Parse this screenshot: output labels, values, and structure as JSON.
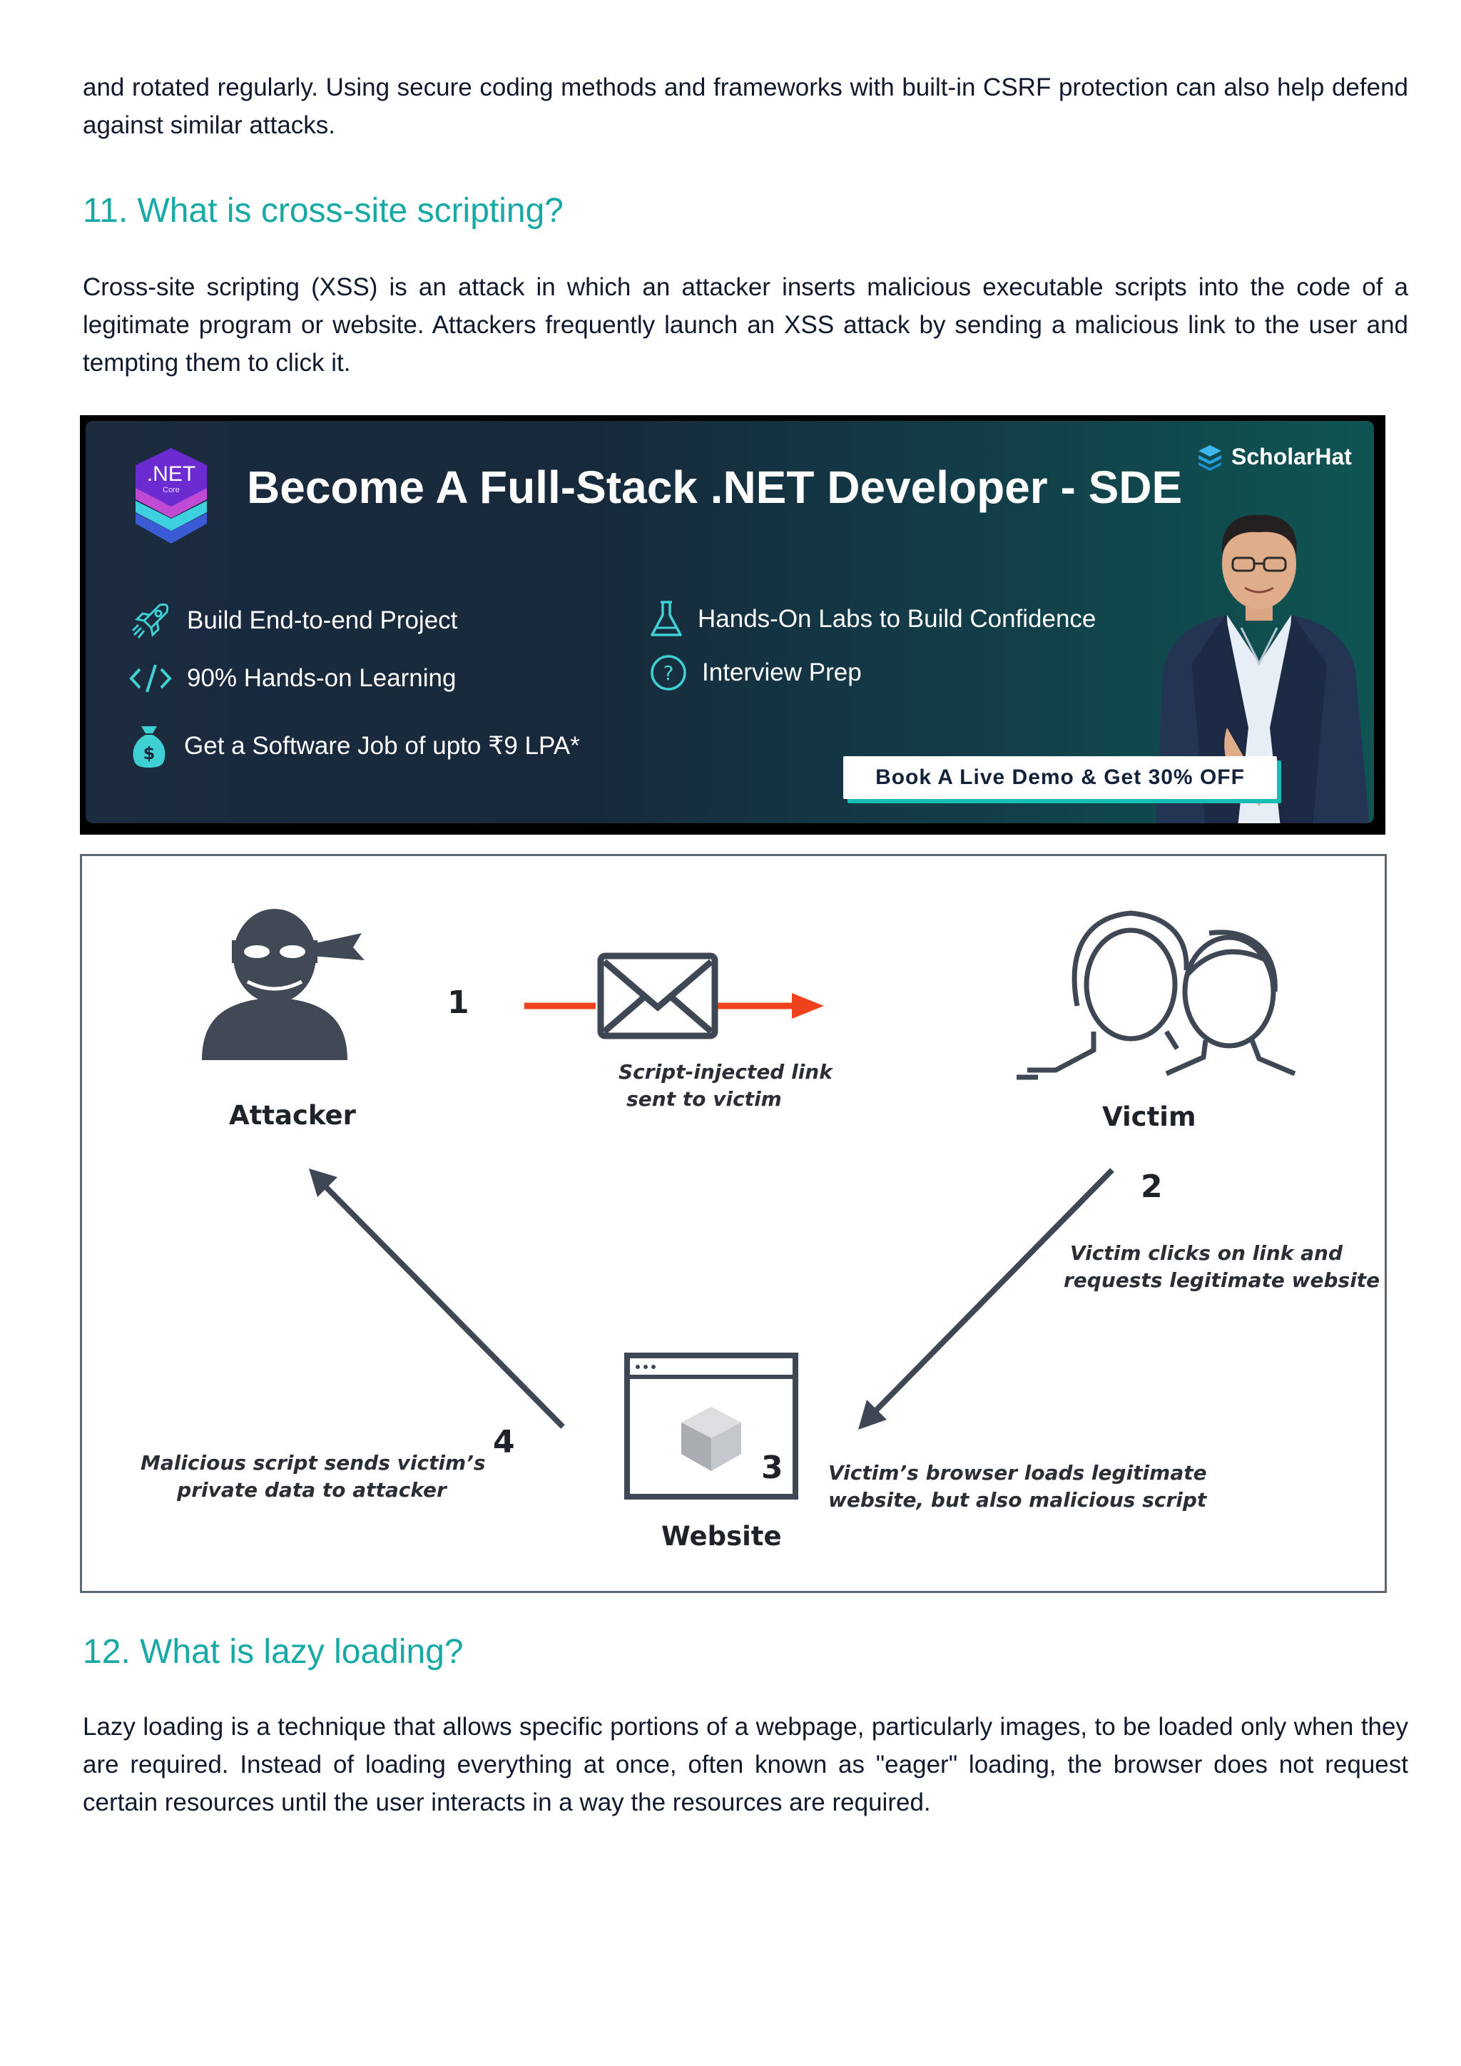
{
  "intro_paragraph": "and rotated regularly. Using secure coding methods and frameworks with built-in CSRF protection can also help defend against similar attacks.",
  "section_11": {
    "heading": "11. What is cross-site scripting?",
    "body": "Cross-site scripting (XSS) is an attack in which an attacker inserts malicious executable scripts into the code of a legitimate program or website. Attackers frequently launch an XSS attack by sending a malicious link to the user and tempting them to click it."
  },
  "banner": {
    "logo_text": ".NET",
    "logo_subtext": "Core",
    "brand": "ScholarHat",
    "title": "Become A Full-Stack .NET Developer - SDE",
    "features_left": [
      "Build End-to-end Project",
      "90% Hands-on Learning",
      "Get a Software Job of upto ₹9 LPA*"
    ],
    "features_right": [
      "Hands-On Labs to Build Confidence",
      "Interview Prep"
    ],
    "cta": "Book A Live Demo & Get 30% OFF",
    "icons": [
      "rocket-icon",
      "code-icon",
      "money-bag-icon",
      "flask-icon",
      "question-icon"
    ],
    "colors": {
      "accent": "#18bdb6",
      "heading": "#18a8a5",
      "arrow": "#f0421d"
    }
  },
  "diagram": {
    "attacker_label": "Attacker",
    "victim_label": "Victim",
    "website_label": "Website",
    "steps": [
      {
        "num": "1",
        "caption": [
          "Script-injected link",
          "sent to victim"
        ]
      },
      {
        "num": "2",
        "caption": [
          "Victim clicks on link and",
          "requests legitimate website"
        ]
      },
      {
        "num": "3",
        "caption": [
          "Victim’s browser loads legitimate",
          "website, but also malicious script"
        ]
      },
      {
        "num": "4",
        "caption": [
          "Malicious script sends victim’s",
          "private data to attacker"
        ]
      }
    ]
  },
  "section_12": {
    "heading": "12. What is lazy loading?",
    "body": "Lazy loading is a technique that allows specific portions of a webpage, particularly images, to be loaded only when they are required. Instead of loading everything at once, often known as \"eager\" loading, the browser does not request certain resources until the user interacts in a way the resources are required."
  }
}
